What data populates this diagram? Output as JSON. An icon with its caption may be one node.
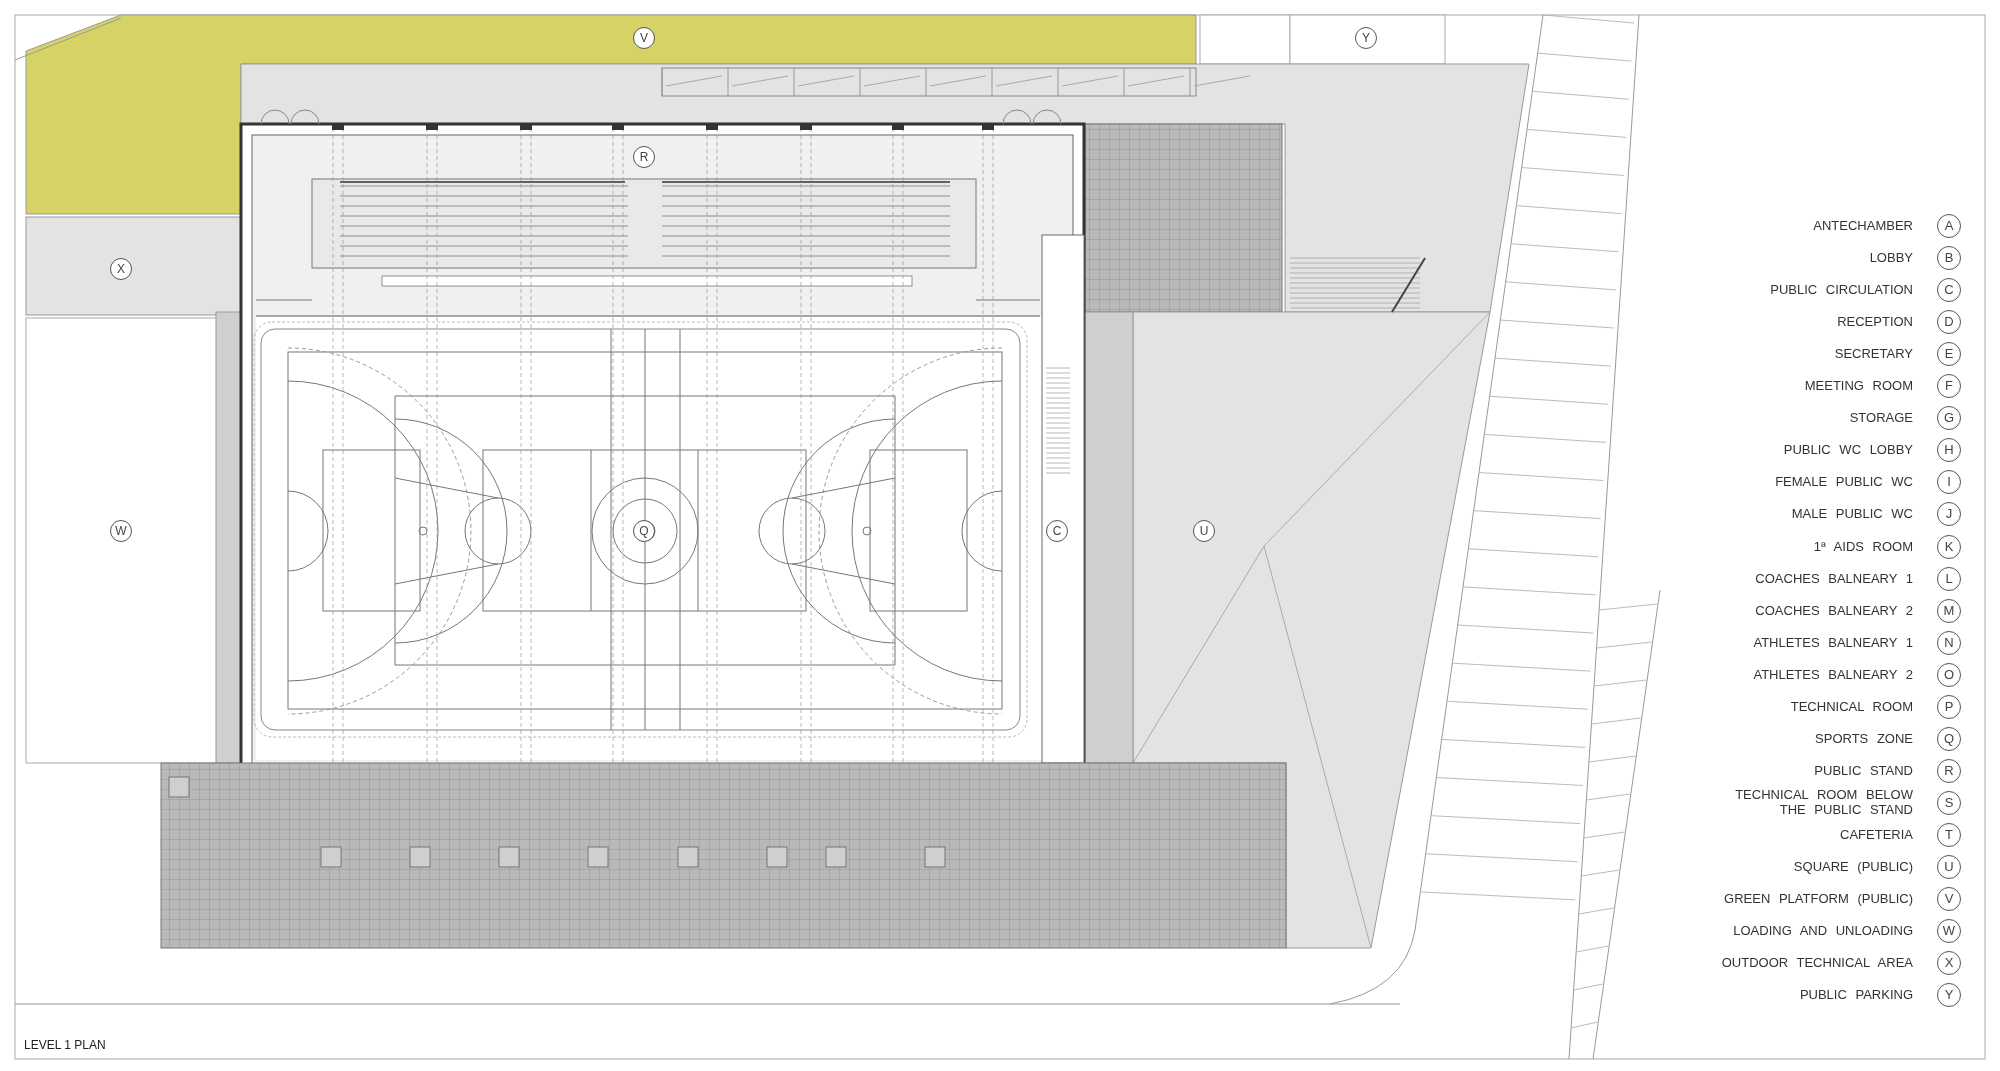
{
  "diagram": {
    "caption": "LEVEL 1 PLAN",
    "labels": [
      "V",
      "Y",
      "R",
      "X",
      "W",
      "Q",
      "C",
      "U",
      "ANTECHAMBER",
      "A",
      "LOBBY",
      "B",
      "PUBLIC CIRCULATION",
      "C",
      "RECEPTION",
      "D",
      "SECRETARY",
      "E",
      "MEETING ROOM",
      "F",
      "STORAGE",
      "G",
      "PUBLIC WC LOBBY",
      "H",
      "FEMALE PUBLIC WC",
      "I",
      "MALE PUBLIC WC",
      "J",
      "1ª AIDS ROOM",
      "K",
      "COACHES BALNEARY 1",
      "L",
      "COACHES BALNEARY 2",
      "M",
      "ATHLETES BALNEARY 1",
      "N",
      "ATHLETES BALNEARY 2",
      "O",
      "TECHNICAL ROOM",
      "P",
      "SPORTS ZONE",
      "Q",
      "PUBLIC STAND",
      "R",
      "TECHNICAL ROOM BELOW THE PUBLIC STAND",
      "S",
      "CAFETERIA",
      "T",
      "SQUARE (PUBLIC)",
      "U",
      "GREEN PLATFORM (PUBLIC)",
      "V",
      "LOADING AND UNLOADING",
      "W",
      "OUTDOOR TECHNICAL AREA",
      "X",
      "PUBLIC PARKING",
      "Y"
    ]
  }
}
